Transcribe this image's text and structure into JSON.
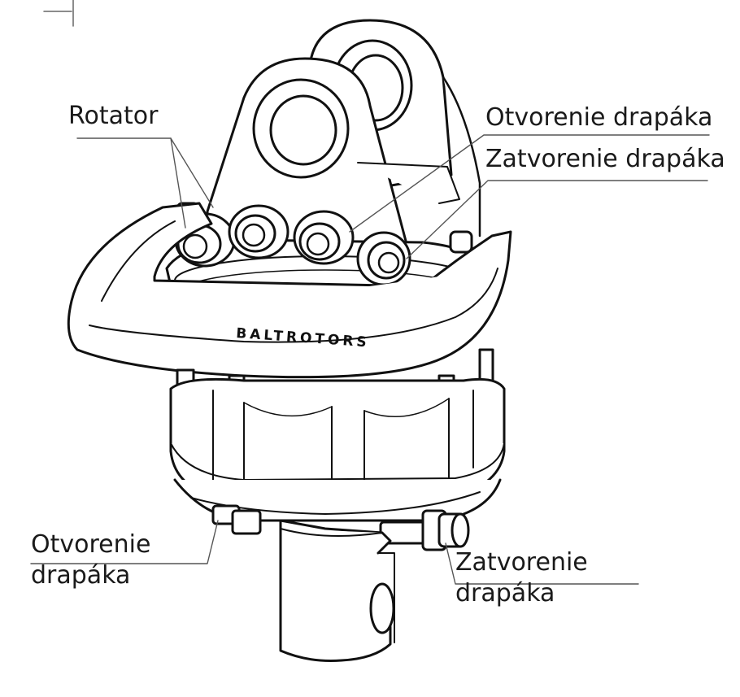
{
  "labels": {
    "rotator": "Rotator",
    "open_top": "Otvorenie drapáka",
    "close_top": "Zatvorenie drapáka",
    "open_bottom_line1": "Otvorenie",
    "open_bottom_line2": "drapáka",
    "close_bottom_line1": "Zatvorenie",
    "close_bottom_line2": "drapáka"
  },
  "brand_text": "BALTROTORS",
  "colors": {
    "line": "#111111",
    "leader": "#555555",
    "fill": "#ffffff",
    "shade": "#eeeeee"
  }
}
